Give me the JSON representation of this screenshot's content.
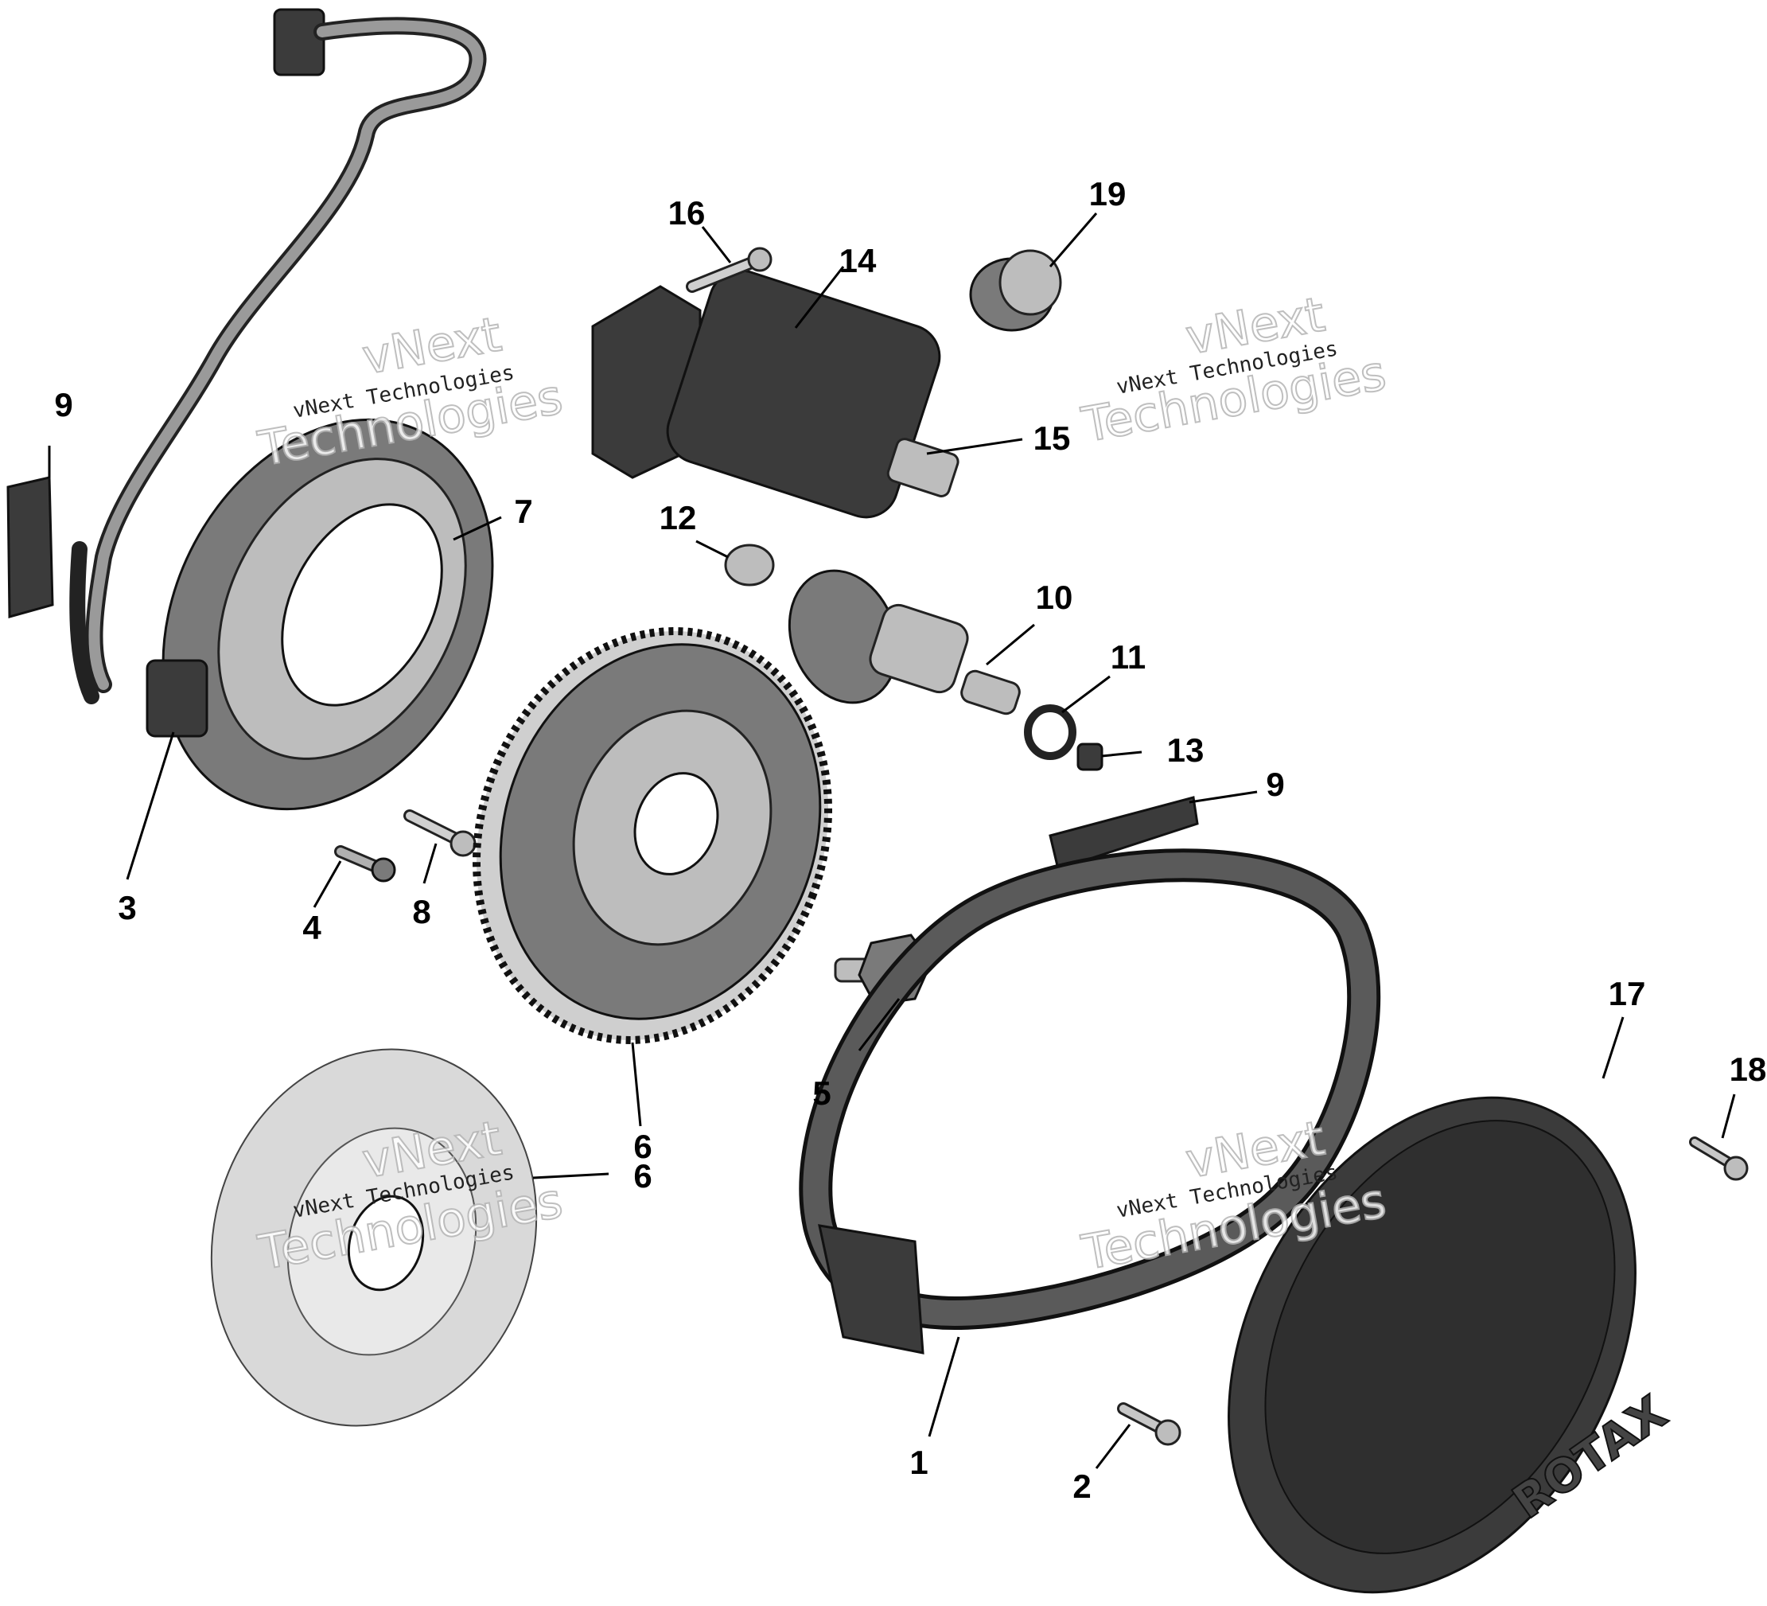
{
  "watermark": {
    "small_text": "vNext Technologies",
    "big_line1": "vNext",
    "big_line2": "Technologies"
  },
  "callouts": [
    {
      "id": "c1",
      "label": "1"
    },
    {
      "id": "c2",
      "label": "2"
    },
    {
      "id": "c3",
      "label": "3"
    },
    {
      "id": "c4",
      "label": "4"
    },
    {
      "id": "c5",
      "label": "5"
    },
    {
      "id": "c6a",
      "label": "6"
    },
    {
      "id": "c6b",
      "label": "6"
    },
    {
      "id": "c7",
      "label": "7"
    },
    {
      "id": "c8",
      "label": "8"
    },
    {
      "id": "c9a",
      "label": "9"
    },
    {
      "id": "c9b",
      "label": "9"
    },
    {
      "id": "c10",
      "label": "10"
    },
    {
      "id": "c11",
      "label": "11"
    },
    {
      "id": "c12",
      "label": "12"
    },
    {
      "id": "c13",
      "label": "13"
    },
    {
      "id": "c14",
      "label": "14"
    },
    {
      "id": "c15",
      "label": "15"
    },
    {
      "id": "c16",
      "label": "16"
    },
    {
      "id": "c17",
      "label": "17"
    },
    {
      "id": "c18",
      "label": "18"
    },
    {
      "id": "c19",
      "label": "19"
    }
  ],
  "cover_logo_text": "ROTAX"
}
